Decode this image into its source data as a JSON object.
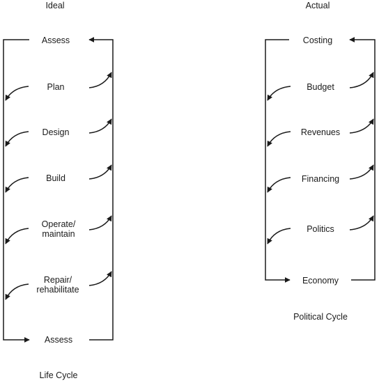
{
  "ideal": {
    "heading": "Ideal",
    "caption": "Life Cycle",
    "stages": [
      "Assess",
      "Plan",
      "Design",
      "Build",
      "Operate/\nmaintain",
      "Repair/\nrehabilitate",
      "Assess"
    ]
  },
  "actual": {
    "heading": "Actual",
    "caption": "Political Cycle",
    "stages": [
      "Costing",
      "Budget",
      "Revenues",
      "Financing",
      "Politics",
      "Economy"
    ]
  },
  "colors": {
    "line": "#1a1a1a",
    "text": "#1a1a1a"
  }
}
